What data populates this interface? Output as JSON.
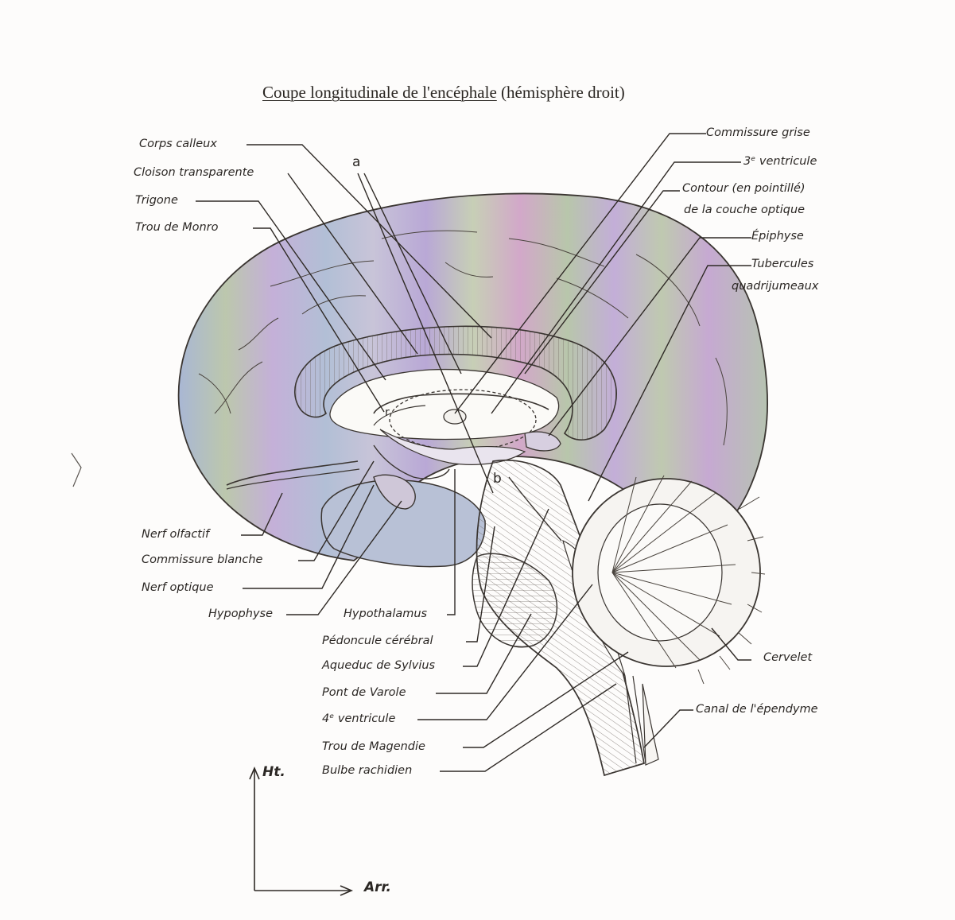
{
  "title": {
    "underlined": "Coupe longitudinale de l'encéphale",
    "rest": " (hémisphère droit)"
  },
  "labels_left": {
    "corps_calleux": "Corps calleux",
    "cloison": "Cloison transparente",
    "trigone": "Trigone",
    "trou_monro": "Trou de Monro",
    "nerf_olfactif": "Nerf olfactif",
    "commissure_blanche": "Commissure blanche",
    "nerf_optique": "Nerf optique",
    "hypophyse": "Hypophyse"
  },
  "labels_right": {
    "commissure_grise": "Commissure grise",
    "ventricule3": "3ᵉ ventricule",
    "contour1": "Contour (en pointillé)",
    "contour2": "de la couche optique",
    "epiphyse": "Épiphyse",
    "tubercules1": "Tubercules",
    "tubercules2": "quadrijumeaux",
    "cervelet": "Cervelet",
    "canal": "Canal de l'épendyme"
  },
  "labels_bottom": {
    "hypothalamus": "Hypothalamus",
    "pedoncule": "Pédoncule cérébral",
    "aqueduc": "Aqueduc de Sylvius",
    "pont": "Pont de Varole",
    "ventricule4": "4ᵉ ventricule",
    "trou_magendie": "Trou de Magendie",
    "bulbe": "Bulbe rachidien"
  },
  "letters": {
    "a": "a",
    "b": "b",
    "r": "r"
  },
  "axes": {
    "up": "Ht.",
    "right": "Arr."
  },
  "colors": {
    "outline": "#3a3531",
    "violet": "#b9a8d6",
    "green": "#bcc7ad",
    "pink": "#d2a8c9",
    "blue": "#a9b7d4"
  }
}
